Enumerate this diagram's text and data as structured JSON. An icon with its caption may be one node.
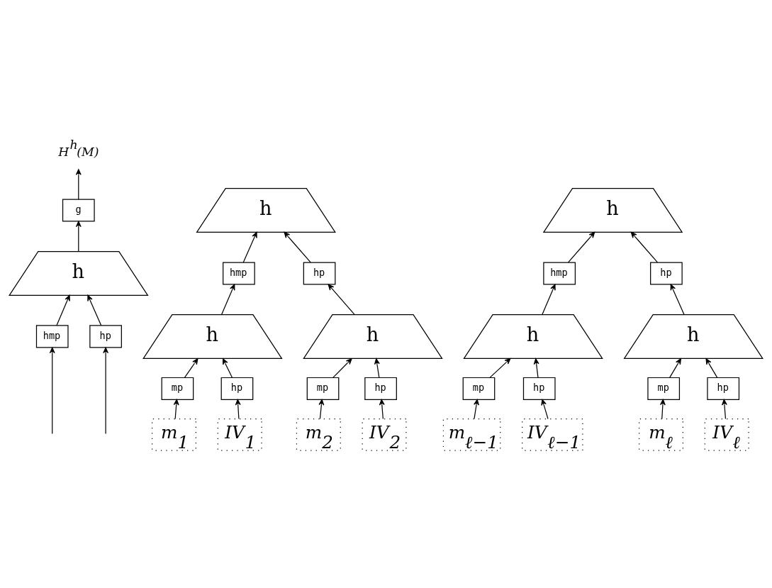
{
  "diagram": {
    "nodes": [
      {
        "text": [
          "H$^{h}$(M)"
        ]
      },
      {
        "text": [
          "g"
        ]
      },
      {
        "text": [
          "h"
        ]
      },
      {
        "text": [
          "hmp"
        ]
      },
      {
        "text": [
          "hp"
        ]
      },
      {
        "text": [
          "h"
        ]
      },
      {
        "text": [
          "h"
        ]
      },
      {
        "text": [
          "hmp"
        ]
      },
      {
        "text": [
          "hp"
        ]
      },
      {
        "text": [
          "hmp"
        ]
      },
      {
        "text": [
          "hp"
        ]
      },
      {
        "text": [
          "h"
        ]
      },
      {
        "text": [
          "h"
        ]
      },
      {
        "text": [
          "h"
        ]
      },
      {
        "text": [
          "h"
        ]
      },
      {
        "text": [
          "mp"
        ]
      },
      {
        "text": [
          "hp"
        ]
      },
      {
        "text": [
          "mp"
        ]
      },
      {
        "text": [
          "hp"
        ]
      },
      {
        "text": [
          "mp"
        ]
      },
      {
        "text": [
          "hp"
        ]
      },
      {
        "text": [
          "mp"
        ]
      },
      {
        "text": [
          "hp"
        ]
      },
      {
        "text": [
          "m$_{1}$"
        ]
      },
      {
        "text": [
          "IV$_{1}$"
        ]
      },
      {
        "text": [
          "m$_{2}$"
        ]
      },
      {
        "text": [
          "IV$_{2}$"
        ]
      },
      {
        "text": [
          "m$_{ℓ−1}$"
        ]
      },
      {
        "text": [
          "IV$_{ℓ−1}$"
        ]
      },
      {
        "text": [
          "m$_{ℓ}$"
        ]
      },
      {
        "text": [
          "IV$_{ℓ}$"
        ]
      }
    ],
    "edges": [
      {
        "from": 1,
        "to": 0,
        "arrow": "to"
      },
      {
        "from": 2,
        "to": 1,
        "arrow": "to"
      },
      {
        "from": 3,
        "to": 2,
        "arrow": "to"
      },
      {
        "from": 4,
        "to": 2,
        "arrow": "to"
      },
      {
        "from": null,
        "to": 3,
        "arrow": "to"
      },
      {
        "from": null,
        "to": 4,
        "arrow": "to"
      },
      {
        "from": 7,
        "to": 5,
        "arrow": "to"
      },
      {
        "from": 8,
        "to": 5,
        "arrow": "to"
      },
      {
        "from": 9,
        "to": 6,
        "arrow": "to"
      },
      {
        "from": 10,
        "to": 6,
        "arrow": "to"
      },
      {
        "from": 11,
        "to": 7,
        "arrow": "to"
      },
      {
        "from": 12,
        "to": 8,
        "arrow": "to"
      },
      {
        "from": 13,
        "to": 9,
        "arrow": "to"
      },
      {
        "from": 14,
        "to": 10,
        "arrow": "to"
      },
      {
        "from": 15,
        "to": 11,
        "arrow": "to"
      },
      {
        "from": 16,
        "to": 11,
        "arrow": "to"
      },
      {
        "from": 17,
        "to": 12,
        "arrow": "to"
      },
      {
        "from": 18,
        "to": 12,
        "arrow": "to"
      },
      {
        "from": 19,
        "to": 13,
        "arrow": "to"
      },
      {
        "from": 20,
        "to": 13,
        "arrow": "to"
      },
      {
        "from": 21,
        "to": 14,
        "arrow": "to"
      },
      {
        "from": 22,
        "to": 14,
        "arrow": "to"
      },
      {
        "from": 23,
        "to": 15,
        "arrow": "to"
      },
      {
        "from": 24,
        "to": 16,
        "arrow": "to"
      },
      {
        "from": 25,
        "to": 17,
        "arrow": "to"
      },
      {
        "from": 26,
        "to": 18,
        "arrow": "to"
      },
      {
        "from": 27,
        "to": 19,
        "arrow": "to"
      },
      {
        "from": 28,
        "to": 20,
        "arrow": "to"
      },
      {
        "from": 29,
        "to": 21,
        "arrow": "to"
      },
      {
        "from": 30,
        "to": 22,
        "arrow": "to"
      }
    ]
  }
}
